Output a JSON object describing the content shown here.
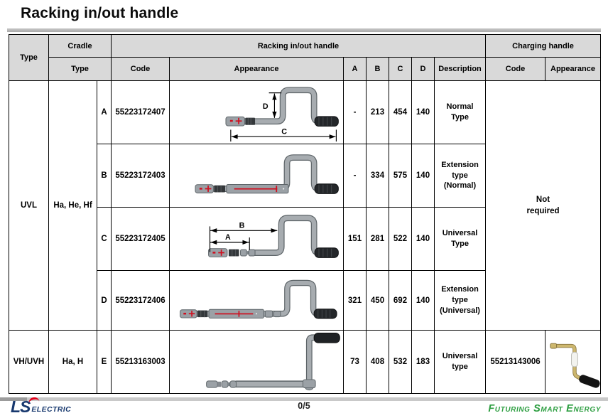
{
  "page": {
    "title": "Racking in/out handle"
  },
  "table": {
    "header": {
      "type": "Type",
      "cradle_group": "Cradle",
      "cradle_type": "Type",
      "racking_group": "Racking in/out handle",
      "code": "Code",
      "appearance": "Appearance",
      "dim_a": "A",
      "dim_b": "B",
      "dim_c": "C",
      "dim_d": "D",
      "description": "Description",
      "charging_group": "Charging handle",
      "charging_code": "Code",
      "charging_appearance": "Appearance"
    },
    "groups": [
      {
        "type": "UVL",
        "cradle_type": "Ha, He, Hf",
        "charging_note": "Not\nrequired",
        "rows": [
          {
            "letter": "A",
            "code": "55223172407",
            "a": "-",
            "b": "213",
            "c": "454",
            "d": "140",
            "description": "Normal Type",
            "dims": {
              "v": "D",
              "h": "C"
            }
          },
          {
            "letter": "B",
            "code": "55223172403",
            "a": "-",
            "b": "334",
            "c": "575",
            "d": "140",
            "description": "Extension type (Normal)"
          },
          {
            "letter": "C",
            "code": "55223172405",
            "a": "151",
            "b": "281",
            "c": "522",
            "d": "140",
            "description": "Universal Type",
            "dims": {
              "upper": "B",
              "lower": "A"
            }
          },
          {
            "letter": "D",
            "code": "55223172406",
            "a": "321",
            "b": "450",
            "c": "692",
            "d": "140",
            "description": "Extension type (Universal)"
          }
        ]
      },
      {
        "type": "VH/UVH",
        "cradle_type": "Ha, H",
        "rows": [
          {
            "letter": "E",
            "code": "55213163003",
            "a": "73",
            "b": "408",
            "c": "532",
            "d": "183",
            "description": "Universal type",
            "charging_code": "55213143006"
          }
        ]
      }
    ]
  },
  "footer": {
    "page_number": "0/5",
    "brand_left_main": "LS",
    "brand_left_sub": "ELECTRIC",
    "brand_right": "Futuring Smart Energy"
  },
  "colors": {
    "header_bg": "#D9D9D9",
    "ls_navy": "#17386E",
    "ls_red": "#E3001B",
    "energy_green": "#2D9E41",
    "handle_marking_red": "#CF1020"
  }
}
